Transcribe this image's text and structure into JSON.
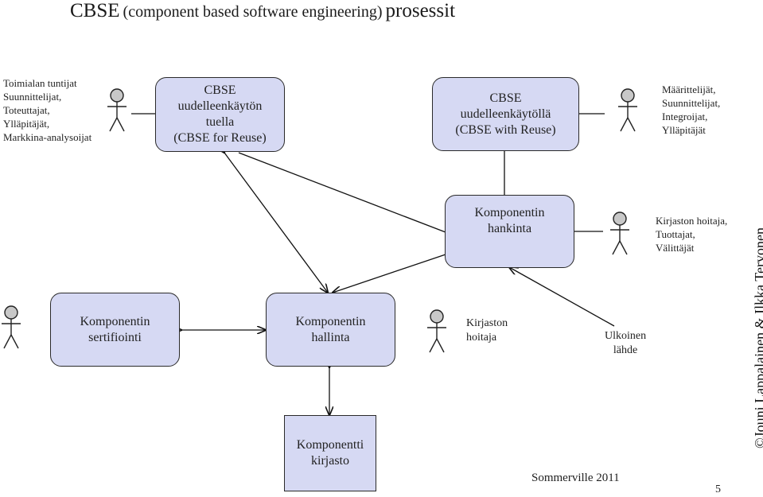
{
  "title": {
    "part1": "CBSE",
    "part2": "(component based software engineering)",
    "part3": "prosessit"
  },
  "boxes": {
    "for_reuse": [
      "CBSE",
      "uudelleenkäytön",
      "tuella",
      "(CBSE for Reuse)"
    ],
    "with_reuse": [
      "CBSE",
      "uudelleenkäytöllä",
      "(CBSE with Reuse)"
    ],
    "hankinta": [
      "Komponentin",
      "hankinta"
    ],
    "sertifiointi": [
      "Komponentin",
      "sertifiointi"
    ],
    "hallinta": [
      "Komponentin",
      "hallinta"
    ],
    "kirjasto": [
      "Komponentti",
      "kirjasto"
    ]
  },
  "roles": {
    "left_top": [
      "Toimialan tuntijat",
      "Suunnittelijat,",
      "Toteuttajat,",
      "Ylläpitäjät,",
      "Markkina-analysoijat"
    ],
    "right_top": [
      "Määrittelijät,",
      "Suunnittelijat,",
      "Integroijat,",
      "Ylläpitäjät"
    ],
    "right_mid": [
      "Kirjaston hoitaja,",
      "Tuottajat,",
      "Välittäjät"
    ],
    "kirjaston_hoitaja": [
      "Kirjaston",
      "hoitaja"
    ],
    "ulkoinen_lahde": [
      "Ulkoinen",
      "lähde"
    ]
  },
  "copyright": "©Jouni Lappalainen & Ilkka Tervonen",
  "source": "Sommerville 2011",
  "page_number": "5"
}
